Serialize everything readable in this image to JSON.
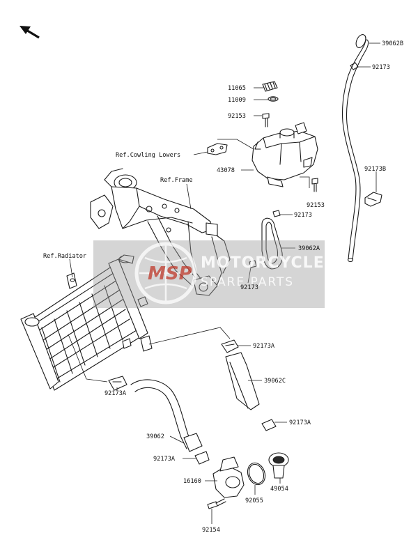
{
  "labels": {
    "p39062B": "39062B",
    "p92173_top": "92173",
    "p11065": "11065",
    "p11009": "11009",
    "p92153_a": "92153",
    "ref_cowling": "Ref.Cowling Lowers",
    "p43078": "43078",
    "p92173B": "92173B",
    "ref_frame": "Ref.Frame",
    "p92153_b": "92153",
    "p92173_mid": "92173",
    "p39062A": "39062A",
    "ref_radiator": "Ref.Radiator",
    "p92173_low": "92173",
    "p92173A_1": "92173A",
    "p39062C": "39062C",
    "p92173A_2": "92173A",
    "p92173A_3": "92173A",
    "p39062": "39062",
    "p92173A_4": "92173A",
    "p16160": "16160",
    "p92055": "92055",
    "p49054": "49054",
    "p92154": "92154"
  },
  "watermark": {
    "logo": "MSP",
    "line1": "MOTORCYCLE",
    "line2": "SPARE PARTS"
  },
  "colors": {
    "watermark_band": "#9a9a9a",
    "logo_red": "#c0392b",
    "ink": "#1a1a1a"
  },
  "icons": {
    "direction": "front-direction-arrow-icon"
  }
}
